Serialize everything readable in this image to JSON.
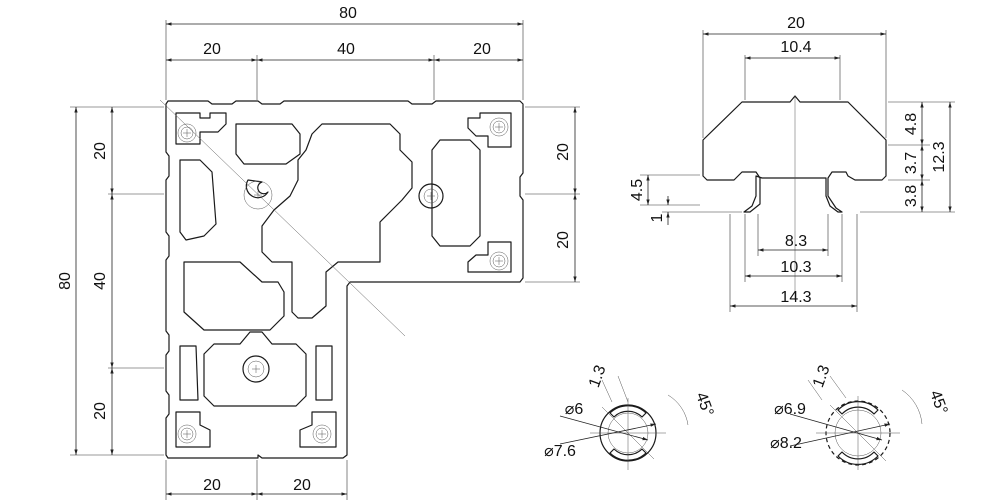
{
  "profile": {
    "dims": {
      "overall_width": "80",
      "top_left": "20",
      "top_mid": "40",
      "top_right": "20",
      "overall_height": "80",
      "left_top": "20",
      "left_mid": "40",
      "left_bottom": "20",
      "right_upper": "20",
      "right_lower": "20",
      "bottom_left": "20",
      "bottom_right": "20"
    }
  },
  "slot": {
    "dims": {
      "width": "20",
      "top_opening": "10.4",
      "h_4_8": "4.8",
      "h_3_7": "3.7",
      "h_12_3": "12.3",
      "h_3_8": "3.8",
      "h_4_5": "4.5",
      "h_1": "1",
      "w_8_3": "8.3",
      "w_10_3": "10.3",
      "w_14_3": "14.3"
    }
  },
  "core_small": {
    "dims": {
      "rib": "1.3",
      "inner_dia": "⌀6",
      "outer_dia": "⌀7.6",
      "angle": "45°"
    }
  },
  "core_large": {
    "dims": {
      "rib": "1.3",
      "inner_dia": "⌀6.9",
      "outer_dia": "⌀8.2",
      "angle": "45°"
    }
  }
}
